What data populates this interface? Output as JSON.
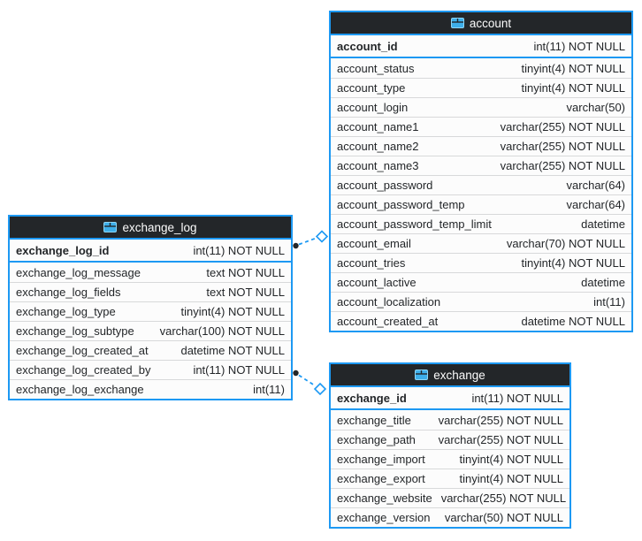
{
  "colors": {
    "accent_blue": "#1d99f3",
    "header_bg": "#232629",
    "header_text": "#fcfcfc",
    "row_bg": "#fcfcfc",
    "row_text": "#232629",
    "row_separator": "#d8d9da",
    "marker_dot": "#232629"
  },
  "tables": [
    {
      "name": "account",
      "title": "account",
      "icon": "table-icon",
      "primary_key": {
        "name": "account_id",
        "type": "int(11) NOT NULL"
      },
      "rows": [
        {
          "name": "account_status",
          "type": "tinyint(4) NOT NULL"
        },
        {
          "name": "account_type",
          "type": "tinyint(4) NOT NULL"
        },
        {
          "name": "account_login",
          "type": "varchar(50)"
        },
        {
          "name": "account_name1",
          "type": "varchar(255) NOT NULL"
        },
        {
          "name": "account_name2",
          "type": "varchar(255) NOT NULL"
        },
        {
          "name": "account_name3",
          "type": "varchar(255) NOT NULL"
        },
        {
          "name": "account_password",
          "type": "varchar(64)"
        },
        {
          "name": "account_password_temp",
          "type": "varchar(64)"
        },
        {
          "name": "account_password_temp_limit",
          "type": "datetime"
        },
        {
          "name": "account_email",
          "type": "varchar(70) NOT NULL"
        },
        {
          "name": "account_tries",
          "type": "tinyint(4) NOT NULL"
        },
        {
          "name": "account_lactive",
          "type": "datetime"
        },
        {
          "name": "account_localization",
          "type": "int(11)"
        },
        {
          "name": "account_created_at",
          "type": "datetime NOT NULL"
        }
      ]
    },
    {
      "name": "exchange_log",
      "title": "exchange_log",
      "icon": "table-icon",
      "primary_key": {
        "name": "exchange_log_id",
        "type": "int(11) NOT NULL"
      },
      "rows": [
        {
          "name": "exchange_log_message",
          "type": "text NOT NULL"
        },
        {
          "name": "exchange_log_fields",
          "type": "text NOT NULL"
        },
        {
          "name": "exchange_log_type",
          "type": "tinyint(4) NOT NULL"
        },
        {
          "name": "exchange_log_subtype",
          "type": "varchar(100) NOT NULL"
        },
        {
          "name": "exchange_log_created_at",
          "type": "datetime NOT NULL"
        },
        {
          "name": "exchange_log_created_by",
          "type": "int(11) NOT NULL"
        },
        {
          "name": "exchange_log_exchange",
          "type": "int(11)"
        }
      ]
    },
    {
      "name": "exchange",
      "title": "exchange",
      "icon": "table-icon",
      "primary_key": {
        "name": "exchange_id",
        "type": "int(11) NOT NULL"
      },
      "rows": [
        {
          "name": "exchange_title",
          "type": "varchar(255) NOT NULL"
        },
        {
          "name": "exchange_path",
          "type": "varchar(255) NOT NULL"
        },
        {
          "name": "exchange_import",
          "type": "tinyint(4) NOT NULL"
        },
        {
          "name": "exchange_export",
          "type": "tinyint(4) NOT NULL"
        },
        {
          "name": "exchange_website",
          "type": "varchar(255) NOT NULL"
        },
        {
          "name": "exchange_version",
          "type": "varchar(50) NOT NULL"
        }
      ]
    }
  ],
  "relations": [
    {
      "from": "exchange_log",
      "to": "account",
      "from_marker": "filled-dot",
      "to_marker": "open-diamond",
      "line_style": "dashed"
    },
    {
      "from": "exchange_log",
      "to": "exchange",
      "from_marker": "filled-dot",
      "to_marker": "open-diamond",
      "line_style": "dashed"
    }
  ]
}
